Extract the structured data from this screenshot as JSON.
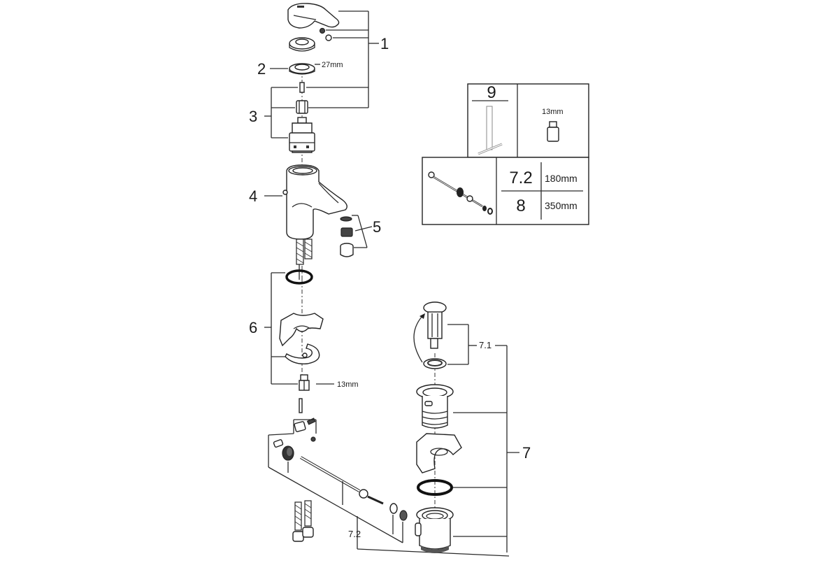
{
  "diagram": {
    "type": "exploded-parts-diagram",
    "subject": "single-lever basin mixer with pop-up waste",
    "callouts": {
      "c1": "1",
      "c2": "2",
      "c3": "3",
      "c4": "4",
      "c5": "5",
      "c6": "6",
      "c7": "7",
      "c7_1": "7.1",
      "c7_2": "7.2"
    },
    "dimensions": {
      "handle_nut": "27mm",
      "mount_nut": "13mm",
      "tool_nut": "13mm"
    },
    "legend_table": {
      "tool_label": "9",
      "tool_dimension": "13mm",
      "rows": [
        {
          "part": "7.2",
          "length": "180mm"
        },
        {
          "part": "8",
          "length": "350mm"
        }
      ]
    }
  }
}
